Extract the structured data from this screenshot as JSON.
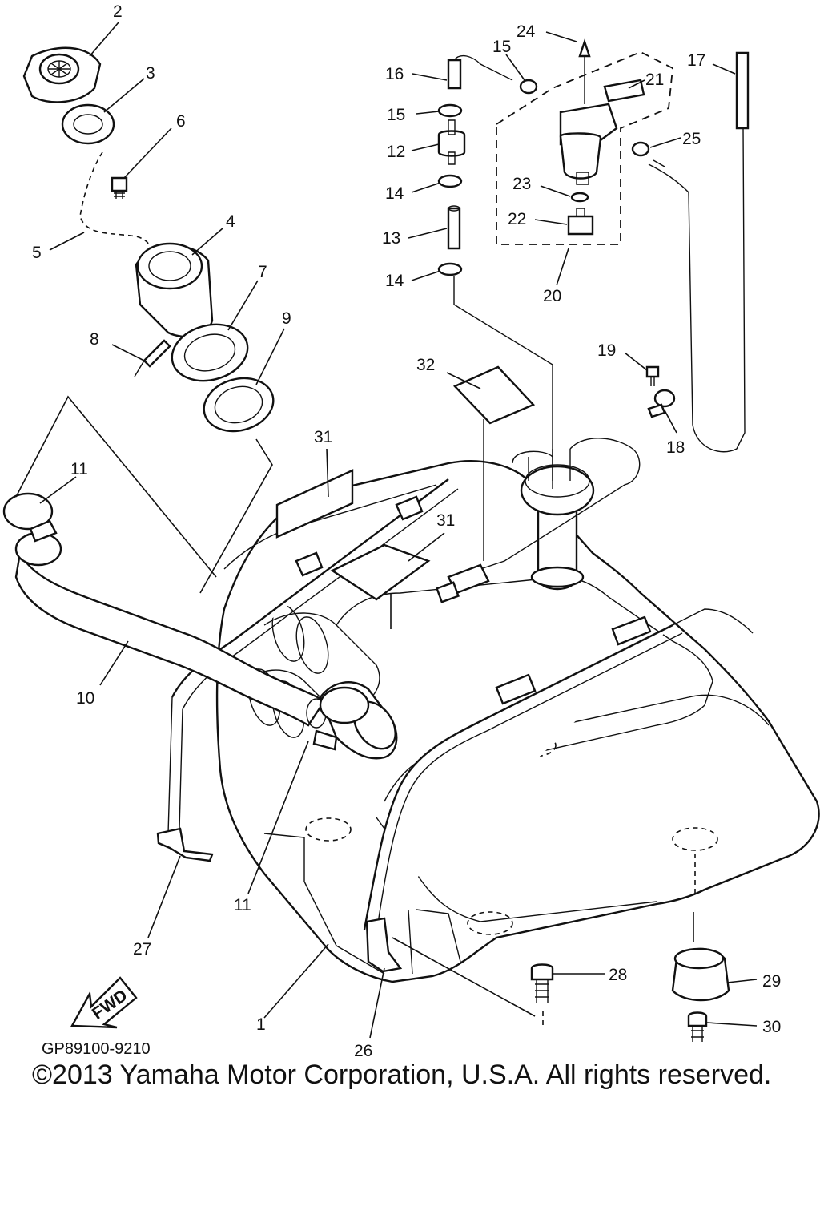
{
  "callouts": {
    "c1": "1",
    "c2": "2",
    "c3": "3",
    "c4": "4",
    "c5": "5",
    "c6": "6",
    "c7": "7",
    "c8": "8",
    "c9": "9",
    "c10": "10",
    "c11a": "11",
    "c11b": "11",
    "c12": "12",
    "c13": "13",
    "c14a": "14",
    "c14b": "14",
    "c15a": "15",
    "c15b": "15",
    "c16": "16",
    "c17": "17",
    "c18": "18",
    "c19": "19",
    "c20": "20",
    "c21": "21",
    "c22": "22",
    "c23": "23",
    "c24": "24",
    "c25": "25",
    "c26": "26",
    "c27": "27",
    "c28": "28",
    "c29": "29",
    "c30": "30",
    "c31a": "31",
    "c31b": "31",
    "c32": "32"
  },
  "fwd_arrow": {
    "label": "FWD"
  },
  "footer": {
    "diagram_code": "GP89100-9210",
    "copyright": "©2013 Yamaha Motor Corporation, U.S.A. All rights reserved."
  }
}
